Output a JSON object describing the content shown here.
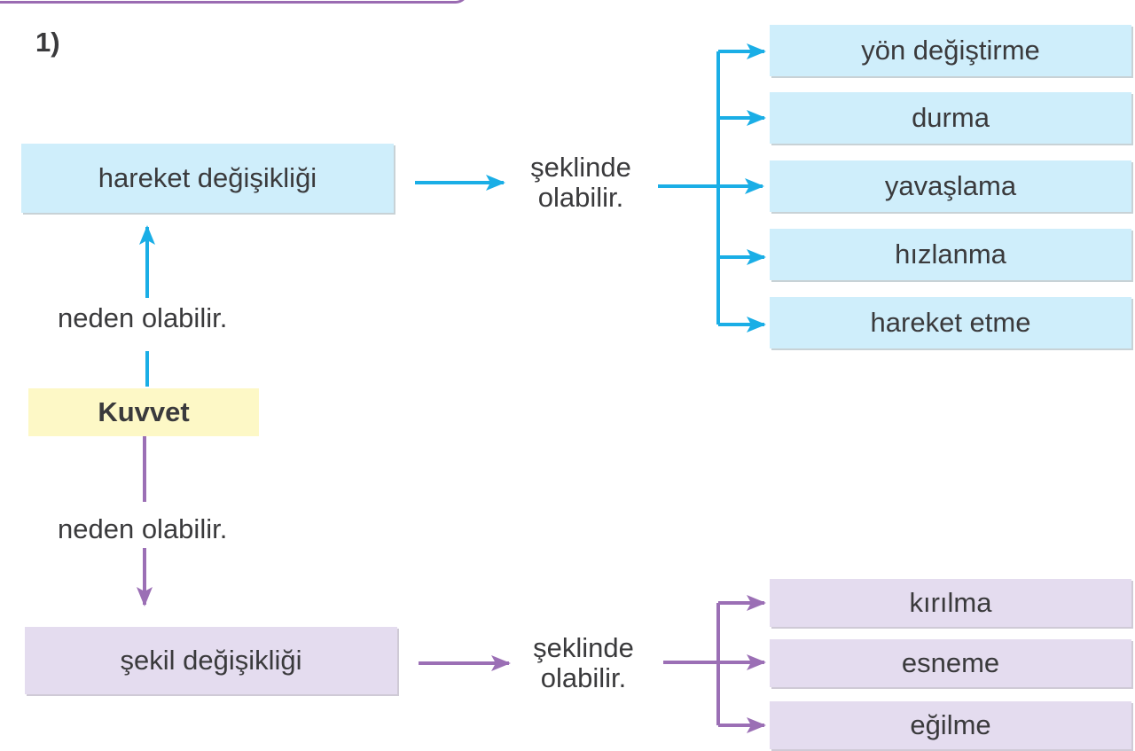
{
  "question_number": "1)",
  "center": {
    "label": "Kuvvet"
  },
  "upper": {
    "connector": "neden olabilir.",
    "source": "hareket değişikliği",
    "mid_line1": "şeklinde",
    "mid_line2": "olabilir.",
    "items": [
      "yön değiştirme",
      "durma",
      "yavaşlama",
      "hızlanma",
      "hareket etme"
    ]
  },
  "lower": {
    "connector": "neden olabilir.",
    "source": "şekil değişikliği",
    "mid_line1": "şeklinde",
    "mid_line2": "olabilir.",
    "items": [
      "kırılma",
      "esneme",
      "eğilme"
    ]
  },
  "colors": {
    "blue": "#1aaee6",
    "purple": "#9b6fb5",
    "blue_fill": "#cfeefb",
    "purple_fill": "#e4dcef",
    "yellow_fill": "#fdf8c6"
  }
}
